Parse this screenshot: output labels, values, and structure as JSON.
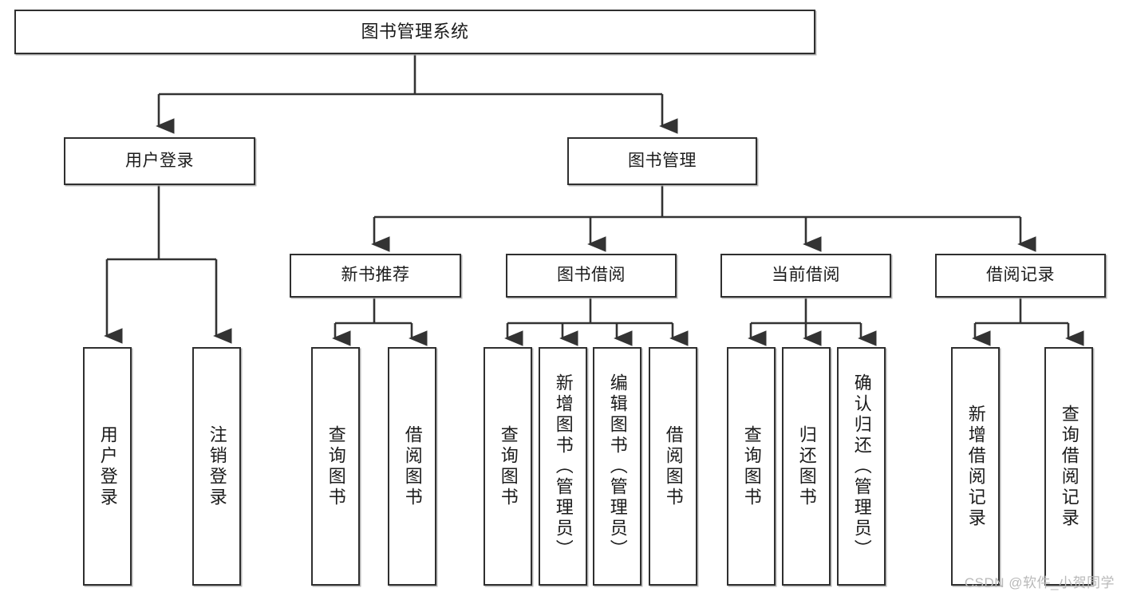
{
  "diagram": {
    "type": "tree-hierarchy",
    "title": "图书管理系统",
    "colors": {
      "box_border": "#2f2f2f",
      "box_fill": "#ffffff",
      "connector": "#333333",
      "text": "#1b1b1b",
      "watermark": "#b9b9b9",
      "background": "#ffffff"
    },
    "root": {
      "id": "root",
      "label": "图书管理系统"
    },
    "level2": [
      {
        "id": "user-login",
        "label": "用户登录"
      },
      {
        "id": "book-manage",
        "label": "图书管理"
      }
    ],
    "level3": [
      {
        "id": "new-book-rec",
        "label": "新书推荐"
      },
      {
        "id": "book-borrow",
        "label": "图书借阅"
      },
      {
        "id": "current-borrow",
        "label": "当前借阅"
      },
      {
        "id": "borrow-record",
        "label": "借阅记录"
      }
    ],
    "leaves": {
      "user_login": [
        {
          "id": "leaf-user-login",
          "label": "用户登录"
        },
        {
          "id": "leaf-logout-login",
          "label": "注销登录"
        }
      ],
      "new_book_rec": [
        {
          "id": "leaf-query-book-1",
          "label": "查询图书"
        },
        {
          "id": "leaf-borrow-book-1",
          "label": "借阅图书"
        }
      ],
      "book_borrow": [
        {
          "id": "leaf-query-book-2",
          "label": "查询图书"
        },
        {
          "id": "leaf-add-book",
          "label": "新增图书（管理员）"
        },
        {
          "id": "leaf-edit-book",
          "label": "编辑图书（管理员）"
        },
        {
          "id": "leaf-borrow-book-2",
          "label": "借阅图书"
        }
      ],
      "current_borrow": [
        {
          "id": "leaf-query-book-3",
          "label": "查询图书"
        },
        {
          "id": "leaf-return-book",
          "label": "归还图书"
        },
        {
          "id": "leaf-confirm-return",
          "label": "确认归还（管理员）"
        }
      ],
      "borrow_record": [
        {
          "id": "leaf-add-record",
          "label": "新增借阅记录"
        },
        {
          "id": "leaf-query-record",
          "label": "查询借阅记录"
        }
      ]
    }
  },
  "watermark": {
    "text": "CSDN @软件_小贺同学"
  }
}
